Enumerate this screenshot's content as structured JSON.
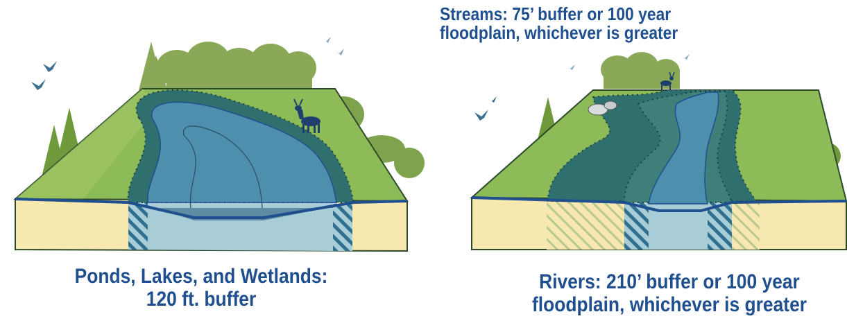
{
  "captions": {
    "ponds": {
      "line1": "Ponds, Lakes, and Wetlands:",
      "line2": "120 ft. buffer"
    },
    "rivers": {
      "line1": "Rivers: 210’ buffer or 100 year",
      "line2": "floodplain, whichever is greater"
    },
    "streams": {
      "line1": "Streams: 75’ buffer or 100 year",
      "line2": "floodplain, whichever is greater"
    }
  },
  "colors": {
    "caption_text": "#1f4f8f",
    "land_top": "#8dbb57",
    "land_shadow": "#6f9a3c",
    "soil": "#f6e8ae",
    "water": "#4d8fac",
    "water_section": "#a9cdd6",
    "buffer_zone": "#2f6f6e",
    "outline": "#1f4f8f",
    "trees": "#8aa858",
    "tree_dark": "#5f8f38",
    "birds": "#3d6f8f"
  },
  "icons": [
    "bird-icon",
    "deer-icon",
    "tree-icon",
    "rock-icon"
  ]
}
